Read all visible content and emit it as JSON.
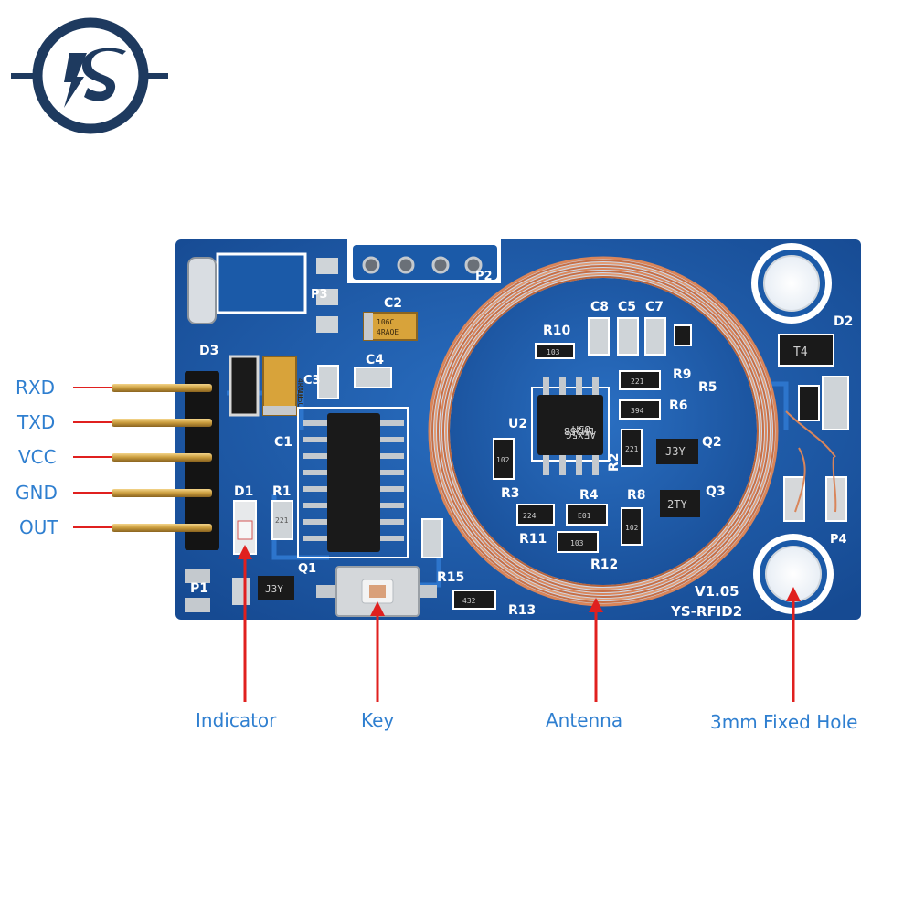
{
  "logo": {
    "text": "IS"
  },
  "pins": [
    {
      "label": "RXD"
    },
    {
      "label": "TXD"
    },
    {
      "label": "VCC"
    },
    {
      "label": "GND"
    },
    {
      "label": "OUT"
    }
  ],
  "callouts": {
    "indicator": "Indicator",
    "key": "Key",
    "antenna": "Antenna",
    "hole": "3mm Fixed Hole"
  },
  "board": {
    "version": "V1.05",
    "model": "YS-RFID2",
    "ic_u2_line1": "LM258",
    "ic_u2_line2": "85M",
    "ic_u2_line3": "AEX5G",
    "cap_c2_line1": "106C",
    "cap_c2_line2": "4RAQE",
    "cap_c1_line1": "106C",
    "cap_c1_line2": "4RAQE",
    "designators": {
      "d3": "D3",
      "c1": "C1",
      "c2": "C2",
      "c3": "C3",
      "c4": "C4",
      "c5": "C5",
      "c7": "C7",
      "c8": "C8",
      "d1": "D1",
      "d2": "D2",
      "r1": "R1",
      "r2": "R2",
      "r3": "R3",
      "r4": "R4",
      "r5": "R5",
      "r6": "R6",
      "r8": "R8",
      "r9": "R9",
      "r10": "R10",
      "r11": "R11",
      "r12": "R12",
      "r13": "R13",
      "r15": "R15",
      "u2": "U2",
      "q1": "Q1",
      "q2": "Q2",
      "q3": "Q3",
      "p1": "P1",
      "p2": "P2",
      "p3": "P3",
      "p4": "P4"
    },
    "part_marks": {
      "t4": "T4",
      "j3y_q2": "J3Y",
      "j3y_q1": "J3Y",
      "j3y_q3": "2TY",
      "m1": "221",
      "m2": "394",
      "m3": "103",
      "m4": "E01",
      "m5": "103",
      "m6": "221",
      "m7": "224",
      "m8": "102",
      "m9": "102",
      "m10": "432",
      "m11": "221"
    }
  },
  "colors": {
    "label_blue": "#2f7fd0",
    "callout_red": "#e0201f",
    "pcb_blue": "#1b5aa8",
    "logo_navy": "#1e3a5f",
    "coil_copper": "#d9855a"
  }
}
